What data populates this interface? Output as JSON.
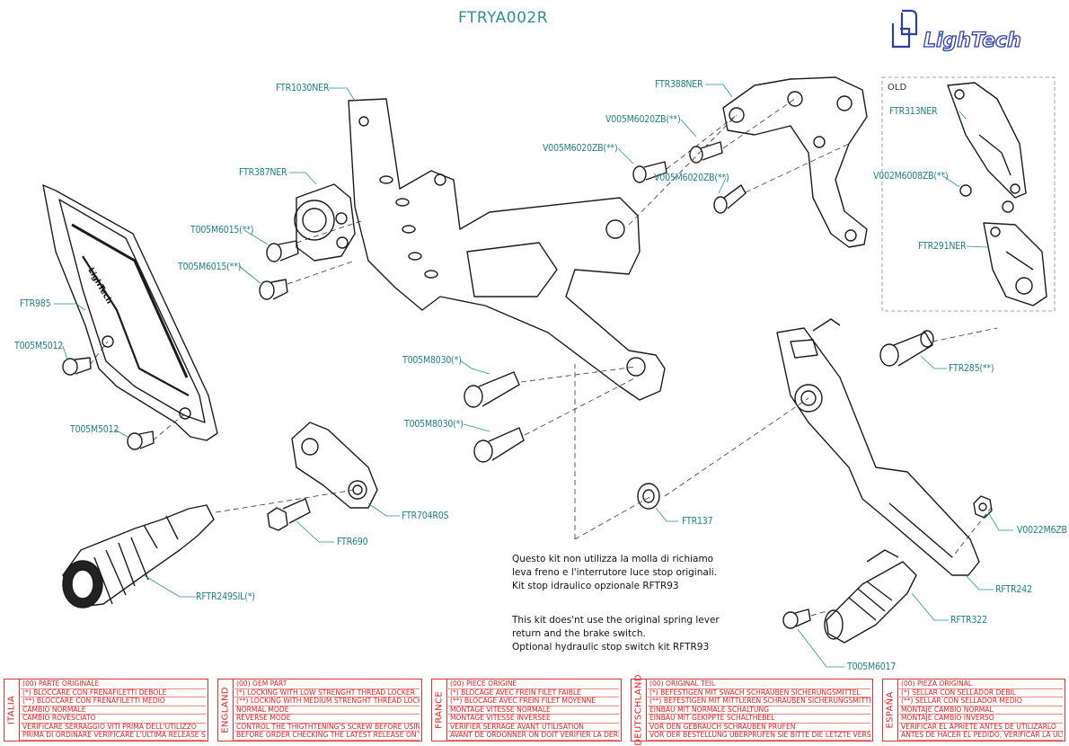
{
  "title": "FTRYA002R",
  "logo_text": "LighTech",
  "old_label": "OLD",
  "labels": {
    "ftr1030ner": "FTR1030NER",
    "ftr388ner": "FTR388NER",
    "v005m6020zb_a": "V005M6020ZB(**)",
    "v005m6020zb_b": "V005M6020ZB(**)",
    "v005m6020zb_c": "V005M6020ZB(**)",
    "ftr313ner": "FTR313NER",
    "v002m6008zb": "V002M6008ZB(**)",
    "ftr291ner": "FTR291NER",
    "ftr387ner": "FTR387NER",
    "t005m6015_a": "T005M6015(**)",
    "t005m6015_b": "T005M6015(**)",
    "ftr985": "FTR985",
    "t005m5012_a": "T005M5012",
    "t005m5012_b": "T005M5012",
    "t005m8030_a": "T005M8030(*)",
    "t005m8030_b": "T005M8030(*)",
    "ftr285": "FTR285(**)",
    "ftr704r0s": "FTR704R0S",
    "ftr690": "FTR690",
    "ftr137": "FTR137",
    "v0022m6zb": "V0022M6ZB",
    "rftr249sil": "RFTR249SIL(*)",
    "rftr242": "RFTR242",
    "rftr322": "RFTR322",
    "t005m6017": "T005M6017"
  },
  "note_it": [
    "Questo kit non utilizza la molla di richiamo",
    "leva freno e l'interrutore luce stop originali.",
    "Kit stop idraulico opzionale RFTR93"
  ],
  "note_en": [
    "This kit does'nt use the original spring lever",
    "return and the brake switch.",
    "Optional hydraulic stop switch kit RFTR93"
  ],
  "legends": [
    {
      "country": "ITALIA",
      "lines": [
        "(00) PARTE ORIGINALE",
        "(*)   BLOCCARE CON FRENAFILETTI DEBOLE",
        "(**)  BLOCCARE CON FRENAFILETTI MEDIO",
        "CAMBIO NORMALE",
        "CAMBIO ROVESCIATO",
        "VERIFICARE SERRAGGIO VITI PRIMA DELL'UTILIZZO",
        "PRIMA DI ORDINARE VERIFICARE L'ULTIMA RELEASE SUL SITO"
      ]
    },
    {
      "country": "ENGLAND",
      "lines": [
        "(00) OEM PART",
        "(*)   LOCKING WITH LOW STRENGHT THREAD LOCKER",
        "(**)  LOCKING WITH MEDIUM STRENGHT THREAD LOCKER",
        "NORMAL MODE",
        "REVERSE MODE",
        "CONTROL THE THIGTHTENING'S SCREW BEFORE USING",
        "BEFORE ORDER CHECKING THE LATEST RELEASE ON WEBSITE"
      ]
    },
    {
      "country": "FRANCE",
      "lines": [
        "(00) PIECE ORIGINE",
        "(*)   BLOCAGE AVEC FREIN FILET FAIBLE",
        "(**)  BLOCAGE AVEC FREIN FILET MOYENNE",
        "MONTAGE VITESSE NORMALE",
        "MONTAGE VITESSE INVERSEE",
        "VERIFIER SERRAGE AVANT UTILISATION",
        "AVANT DE ORDONNER ON DOIT VÉRIFIER LA DERNIERE RELEASE SUR LE SITE INTERNET"
      ]
    },
    {
      "country": "DEUTSCHLAND",
      "lines": [
        "(00) ORIGINAL TEIL",
        "(*)   BEFESTIGEN MIT SWACH SCHRAUBEN SICHERUNGSMITTEL",
        "(**)  BEFESTIGEN MIT MITTLEREN SCHRAUBEN SICHERUNGSMITTEL",
        "EINBAU MIT NORMALE SCHALTUNG",
        "EINBAU MIT GEKIPPTE SCHALTHEBEL",
        "VOR DEN GEBRAUCH SCHRAUBEN PRÜFEN",
        "VOR DER BESTELLUNG ÜBERPRÜFEN SIE BITTE DIE LETZTE VERSION DIESER ARTIKEL AUF DER INTERNET SEITE VON LIGHTECH"
      ]
    },
    {
      "country": "ESPAÑA",
      "lines": [
        "(00) PIEZA ORIGINAL",
        "(*)   SELLAR CON SELLADOR DEBIL",
        "(**)  SELLAR CON SELLADOR MEDIO",
        "MONTAJE  CAMBIO NORMAL",
        "MONTAJE CAMBIO INVERSO",
        "VERIFICAR EL APRIETE ANTES DE UTILIZARLO",
        "ANTES DE HACER EL PEDIDO, VERIFICAR LA ULTIMA VERSION EN LA WEB LIGHTECH"
      ]
    }
  ]
}
